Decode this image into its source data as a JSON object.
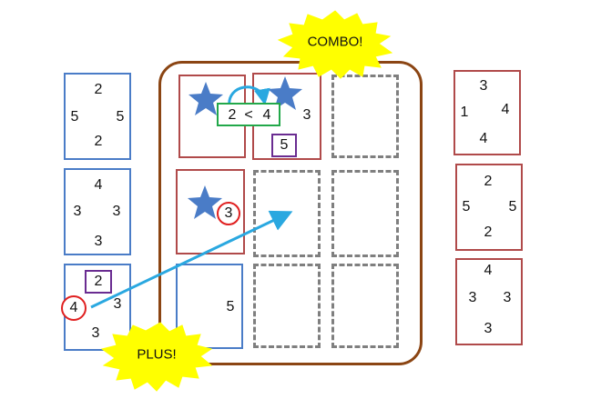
{
  "colors": {
    "blue_card": "#4a7cc7",
    "red_card": "#b04a4a",
    "board": "#8b4513",
    "slot": "#7f7f7f",
    "star": "#4a7cc7",
    "arrow": "#2aa8e0",
    "burst": "#ffff00",
    "compare_box": "#22a84a",
    "highlight_square": "#6a2c91",
    "highlight_circle": "#e02020"
  },
  "callouts": {
    "combo": "COMBO!",
    "plus": "PLUS!"
  },
  "left_hand": [
    {
      "top": "2",
      "left": "5",
      "right": "5",
      "bottom": "2"
    },
    {
      "top": "4",
      "left": "3",
      "right": "3",
      "bottom": "3"
    },
    {
      "top": "2",
      "left": "4",
      "right": "3",
      "bottom": "3"
    }
  ],
  "right_hand": [
    {
      "top": "3",
      "left": "1",
      "right": "4",
      "bottom": "4"
    },
    {
      "top": "2",
      "left": "5",
      "right": "5",
      "bottom": "2"
    },
    {
      "top": "4",
      "left": "3",
      "right": "3",
      "bottom": "3"
    }
  ],
  "board_cards": {
    "top_left": {
      "color": "red"
    },
    "top_middle": {
      "color": "red",
      "right": "3",
      "bottom": "5"
    },
    "middle_left": {
      "color": "red",
      "right": "3"
    },
    "bottom_left": {
      "color": "blue",
      "right": "5"
    }
  },
  "comparison": {
    "left": "2",
    "symbol": "<",
    "right": "4"
  },
  "icons": [
    "star-icon",
    "curved-arrow-icon",
    "diagonal-arrow-icon"
  ]
}
